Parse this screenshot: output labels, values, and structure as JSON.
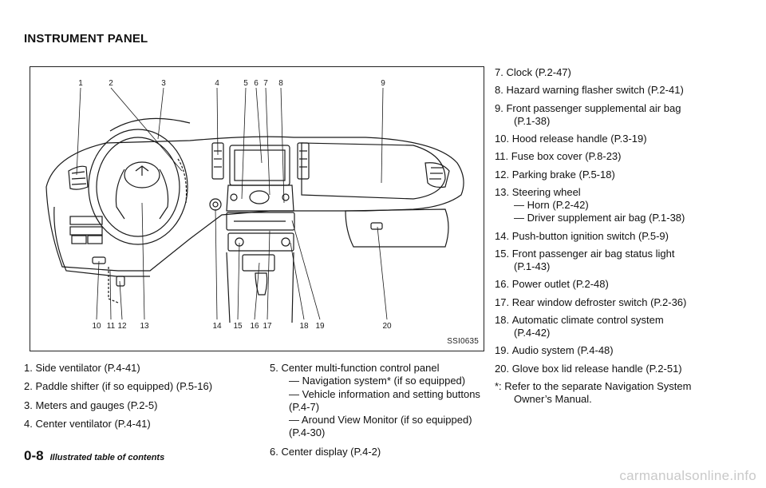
{
  "section_title": "INSTRUMENT PANEL",
  "figure": {
    "code": "SSI0635",
    "callouts": [
      "1",
      "2",
      "3",
      "4",
      "5",
      "6",
      "7",
      "8",
      "9"
    ],
    "bottom_callouts": [
      "10",
      "11",
      "12",
      "13",
      "14",
      "15",
      "16",
      "17",
      "18",
      "19",
      "20"
    ]
  },
  "left_list": [
    {
      "num": "1.",
      "text": "Side ventilator (P.4-41)"
    },
    {
      "num": "2.",
      "text": "Paddle shifter (if so equipped) (P.5-16)"
    },
    {
      "num": "3.",
      "text": "Meters and gauges (P.2-5)"
    },
    {
      "num": "4.",
      "text": "Center ventilator (P.4-41)"
    }
  ],
  "mid_list": [
    {
      "num": "5.",
      "text": "Center multi-function control panel",
      "subs": [
        "— Navigation system* (if so equipped)",
        "— Vehicle information and setting buttons (P.4-7)",
        "— Around View Monitor (if so equipped) (P.4-30)"
      ]
    },
    {
      "num": "6.",
      "text": "Center display (P.4-2)"
    }
  ],
  "right_list": [
    {
      "num": "7.",
      "text": "Clock (P.2-47)"
    },
    {
      "num": "8.",
      "text": "Hazard warning flasher switch (P.2-41)"
    },
    {
      "num": "9.",
      "text": "Front passenger supplemental air bag",
      "cont": "(P.1-38)"
    },
    {
      "num": "10.",
      "text": "Hood release handle (P.3-19)"
    },
    {
      "num": "11.",
      "text": "Fuse box cover (P.8-23)"
    },
    {
      "num": "12.",
      "text": "Parking brake (P.5-18)"
    },
    {
      "num": "13.",
      "text": "Steering wheel",
      "subs": [
        "— Horn (P.2-42)",
        "— Driver supplement air bag (P.1-38)"
      ]
    },
    {
      "num": "14.",
      "text": "Push-button ignition switch (P.5-9)"
    },
    {
      "num": "15.",
      "text": "Front passenger air bag status light",
      "cont": "(P.1-43)"
    },
    {
      "num": "16.",
      "text": "Power outlet (P.2-48)"
    },
    {
      "num": "17.",
      "text": "Rear window defroster switch (P.2-36)"
    },
    {
      "num": "18.",
      "text": "Automatic climate control system",
      "cont": "(P.4-42)"
    },
    {
      "num": "19.",
      "text": "Audio system (P.4-48)"
    },
    {
      "num": "20.",
      "text": "Glove box lid release handle (P.2-51)"
    },
    {
      "num": "*:",
      "text": "Refer to the separate Navigation System",
      "cont": "Owner’s Manual."
    }
  ],
  "footer": {
    "page_number": "0-8",
    "text": "Illustrated table of contents"
  },
  "watermark": "carmanualsonline.info"
}
